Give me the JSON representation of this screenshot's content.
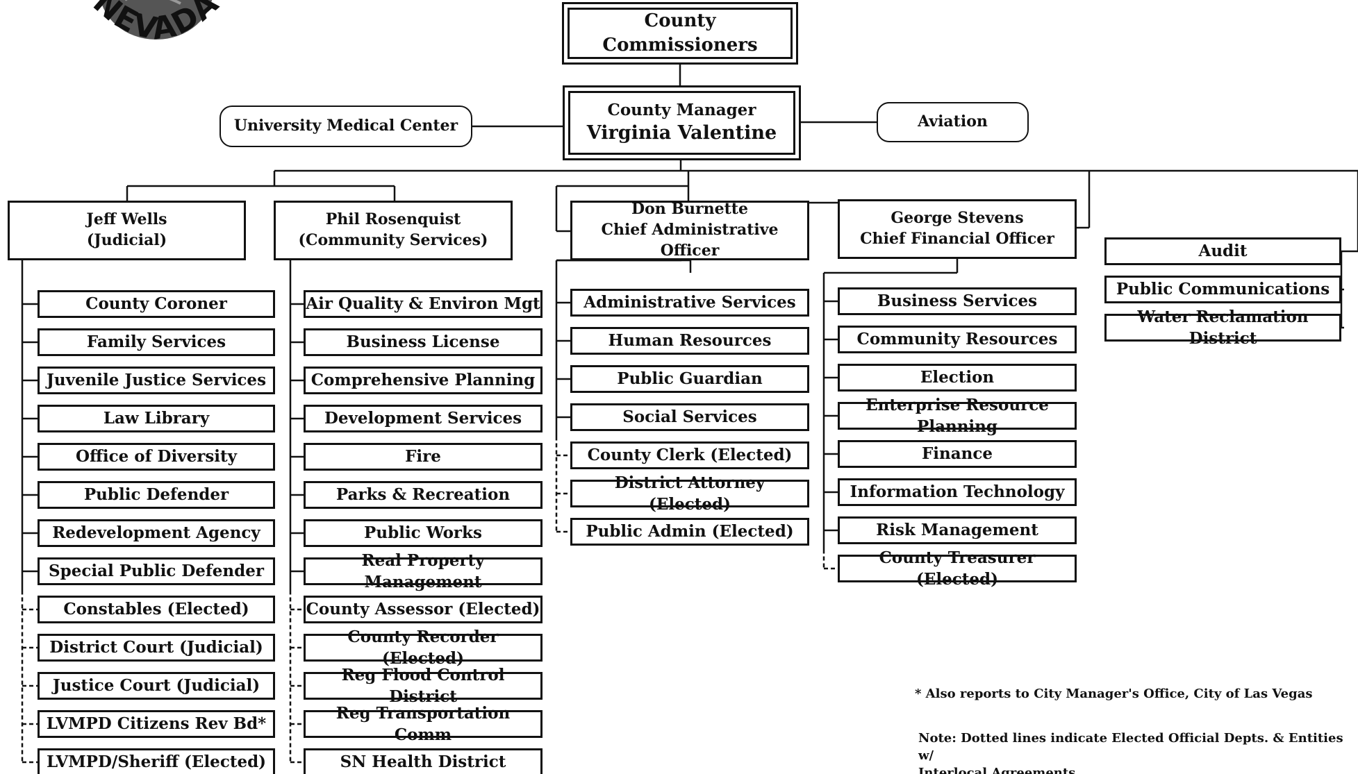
{
  "top": {
    "commissioners": "County Commissioners",
    "manager_title": "County Manager",
    "manager_name": "Virginia Valentine",
    "left_entity": "University Medical Center",
    "right_entity": "Aviation"
  },
  "logo_text": "NEVADA",
  "columns": [
    {
      "head": [
        "Jeff Wells",
        "(Judicial)"
      ],
      "items": [
        "County Coroner",
        "Family Services",
        "Juvenile Justice Services",
        "Law Library",
        "Office of Diversity",
        "Public Defender",
        "Redevelopment Agency",
        "Special Public Defender",
        "Constables (Elected)",
        "District Court (Judicial)",
        "Justice Court (Judicial)",
        "LVMPD Citizens Rev Bd*",
        "LVMPD/Sheriff (Elected)"
      ]
    },
    {
      "head": [
        "Phil Rosenquist",
        "(Community Services)"
      ],
      "items": [
        "Air Quality & Environ Mgt",
        "Business License",
        "Comprehensive Planning",
        "Development Services",
        "Fire",
        "Parks & Recreation",
        "Public Works",
        "Real Property Management",
        "County Assessor (Elected)",
        "County Recorder (Elected)",
        "Reg Flood Control District",
        "Reg Transportation Comm",
        "SN Health District"
      ]
    },
    {
      "head": [
        "Don Burnette",
        "Chief Administrative Officer"
      ],
      "items": [
        "Administrative Services",
        "Human Resources",
        "Public Guardian",
        "Social Services",
        "County Clerk (Elected)",
        "District Attorney (Elected)",
        "Public Admin (Elected)"
      ]
    },
    {
      "head": [
        "George Stevens",
        "Chief Financial Officer"
      ],
      "items": [
        "Business Services",
        "Community Resources",
        "Election",
        "Enterprise Resource Planning",
        "Finance",
        "Information Technology",
        "Risk Management",
        "County Treasurer (Elected)"
      ]
    }
  ],
  "direct": [
    "Audit",
    "Public Communications",
    "Water Reclamation District"
  ],
  "notes": {
    "footnote": "* Also reports to City Manager's Office, City of Las Vegas",
    "note_line1": "Note: Dotted lines indicate Elected Official Depts. & Entities w/",
    "note_line2": "Interlocal Agreements"
  }
}
